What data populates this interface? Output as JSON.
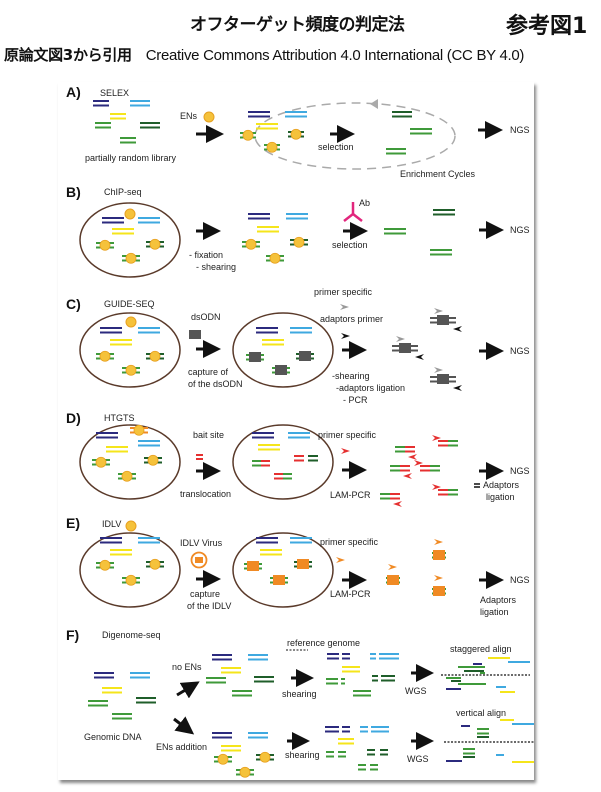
{
  "header": {
    "title": "オフターゲット頻度の判定法",
    "figure_ref": "参考図1",
    "citation_jp": "原論文図3から引用",
    "license": "Creative Commons Attribution 4.0 International (CC BY 4.0)"
  },
  "colors": {
    "dark_blue": "#2b2a7e",
    "light_blue": "#3fa9e0",
    "yellow": "#f5e51b",
    "green": "#3f9a3a",
    "dark_green": "#1f5e2a",
    "nuclease": "#f5c23b",
    "antibody": "#e2267d",
    "dsodn": "#555555",
    "bait": "#e53030",
    "idlv": "#f08a24",
    "cell": "#5a3a2a",
    "cycle": "#aaaaaa"
  },
  "panels": {
    "a": {
      "letter": "A)",
      "name": "SELEX",
      "ens": "ENs",
      "library": "partially random library",
      "selection": "selection",
      "cycles": "Enrichment Cycles",
      "ngs": "NGS"
    },
    "b": {
      "letter": "B)",
      "name": "ChIP-seq",
      "fixation": "-  fixation",
      "shearing": "-  shearing",
      "ab": "Ab",
      "selection": "selection",
      "ngs": "NGS"
    },
    "c": {
      "letter": "C)",
      "name": "GUIDE-SEQ",
      "dsodn": "dsODN",
      "capture1": "capture of",
      "capture2": "of the dsODN",
      "primer_specific": "primer specific",
      "adaptors_primer": "adaptors primer",
      "step1": "-shearing",
      "step2": "-adaptors ligation",
      "step3": "- PCR",
      "ngs": "NGS"
    },
    "d": {
      "letter": "D)",
      "name": "HTGTS",
      "bait": "bait site",
      "translocation": "translocation",
      "primer_specific": "primer specific",
      "lam": "LAM-PCR",
      "ngs": "NGS",
      "adaptors1": "Adaptors",
      "adaptors2": "ligation"
    },
    "e": {
      "letter": "E)",
      "name": "IDLV",
      "virus": "IDLV Virus",
      "capture1": "capture",
      "capture2": "of the IDLV",
      "primer_specific": "primer specific",
      "lam": "LAM-PCR",
      "ngs": "NGS",
      "adaptors1": "Adaptors",
      "adaptors2": "ligation"
    },
    "f": {
      "letter": "F)",
      "name": "Digenome-seq",
      "genomic": "Genomic DNA",
      "no_ens": "no ENs",
      "ens_add": "ENs addition",
      "ref": "reference genome",
      "shearing": "shearing",
      "wgs": "WGS",
      "staggered": "staggered align",
      "vertical": "vertical align"
    }
  }
}
